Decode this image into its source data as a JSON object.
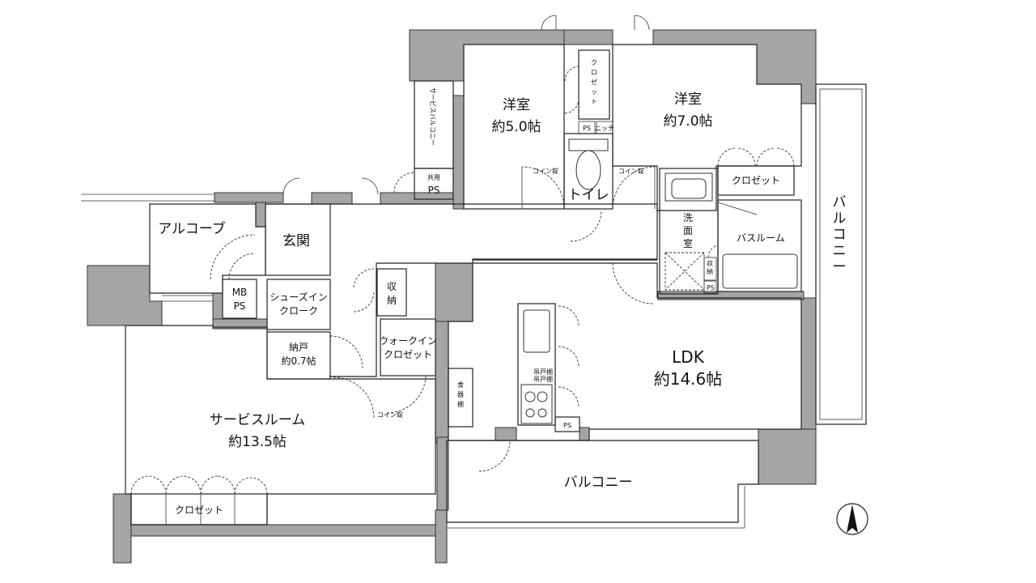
{
  "rooms": {
    "western_room_1": {
      "name": "洋室",
      "size": "約5.0帖"
    },
    "western_room_2": {
      "name": "洋室",
      "size": "約7.0帖"
    },
    "ldk": {
      "name": "LDK",
      "size": "約14.6帖"
    },
    "service_room": {
      "name": "サービスルーム",
      "size": "約13.5帖"
    },
    "storeroom": {
      "name": "納戸",
      "size": "約0.7帖"
    },
    "entrance": "玄関",
    "alcove": "アルコーブ",
    "toilet": "トイレ",
    "washroom": [
      "洗",
      "面",
      "室"
    ],
    "bathroom": "バスルーム",
    "shoe_closet": [
      "シューズイン",
      "クローク"
    ],
    "walk_in_closet": [
      "ウォークイン",
      "クロゼット"
    ],
    "storage": [
      "収",
      "納"
    ],
    "cupboard": [
      "食",
      "器",
      "棚"
    ],
    "closet": "クロゼット",
    "closet_vertical": [
      "ク",
      "ロ",
      "ゼ",
      "ッ",
      "ト"
    ],
    "balcony_south": "バルコニー",
    "balcony_east": [
      "バ",
      "ル",
      "コ",
      "ニ",
      "ー"
    ],
    "service_balcony": "サービスバルコニー",
    "shared_ps": [
      "共用",
      "PS"
    ],
    "mb_ps": [
      "MB",
      "PS"
    ],
    "ps": "PS",
    "niche": "ニッチ",
    "coin_lock": "コイン錠",
    "small_storage": [
      "収",
      "納"
    ],
    "upper_cabinet": [
      "吊戸棚",
      "吊戸棚"
    ]
  },
  "icons": {
    "compass": "north-compass-icon"
  }
}
